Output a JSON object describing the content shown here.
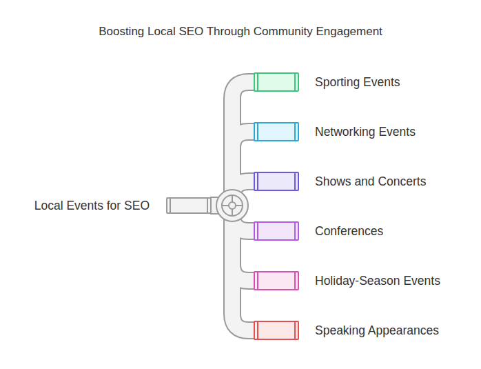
{
  "diagram": {
    "title": "Boosting Local SEO Through Community Engagement",
    "nodes": [
      {
        "text": [
          "Local Events for SEO"
        ]
      },
      {
        "text": [
          "Sporting Events"
        ]
      },
      {
        "text": [
          "Networking Events"
        ]
      },
      {
        "text": [
          "Shows and Concerts"
        ]
      },
      {
        "text": [
          "Conferences"
        ]
      },
      {
        "text": [
          "Holiday-Season Events"
        ]
      },
      {
        "text": [
          "Speaking Appearances"
        ]
      }
    ],
    "edges": [
      {
        "from": 0,
        "to": 1,
        "arrow": "none"
      },
      {
        "from": 0,
        "to": 2,
        "arrow": "none"
      },
      {
        "from": 0,
        "to": 3,
        "arrow": "none"
      },
      {
        "from": 0,
        "to": 4,
        "arrow": "none"
      },
      {
        "from": 0,
        "to": 5,
        "arrow": "none"
      },
      {
        "from": 0,
        "to": 6,
        "arrow": "none"
      }
    ]
  }
}
